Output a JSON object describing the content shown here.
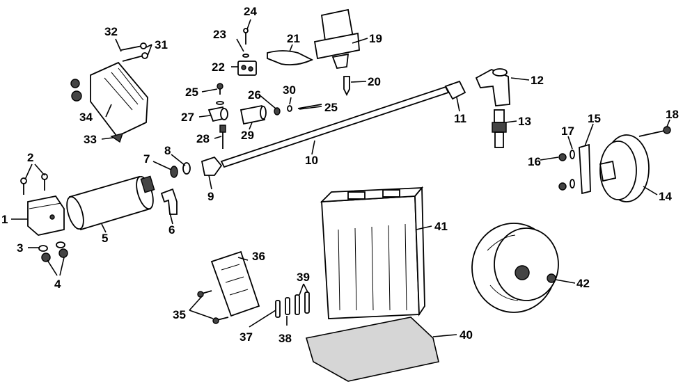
{
  "callouts": [
    {
      "id": "c1",
      "label": "1"
    },
    {
      "id": "c2",
      "label": "2"
    },
    {
      "id": "c3",
      "label": "3"
    },
    {
      "id": "c4",
      "label": "4"
    },
    {
      "id": "c5",
      "label": "5"
    },
    {
      "id": "c6",
      "label": "6"
    },
    {
      "id": "c7",
      "label": "7"
    },
    {
      "id": "c8",
      "label": "8"
    },
    {
      "id": "c9",
      "label": "9"
    },
    {
      "id": "c10",
      "label": "10"
    },
    {
      "id": "c11",
      "label": "11"
    },
    {
      "id": "c12",
      "label": "12"
    },
    {
      "id": "c13",
      "label": "13"
    },
    {
      "id": "c14",
      "label": "14"
    },
    {
      "id": "c15",
      "label": "15"
    },
    {
      "id": "c16",
      "label": "16"
    },
    {
      "id": "c17",
      "label": "17"
    },
    {
      "id": "c18",
      "label": "18"
    },
    {
      "id": "c19",
      "label": "19"
    },
    {
      "id": "c20",
      "label": "20"
    },
    {
      "id": "c21",
      "label": "21"
    },
    {
      "id": "c22",
      "label": "22"
    },
    {
      "id": "c23",
      "label": "23"
    },
    {
      "id": "c24",
      "label": "24"
    },
    {
      "id": "c25a",
      "label": "25"
    },
    {
      "id": "c25b",
      "label": "25"
    },
    {
      "id": "c26",
      "label": "26"
    },
    {
      "id": "c27",
      "label": "27"
    },
    {
      "id": "c28",
      "label": "28"
    },
    {
      "id": "c29",
      "label": "29"
    },
    {
      "id": "c30",
      "label": "30"
    },
    {
      "id": "c31",
      "label": "31"
    },
    {
      "id": "c32",
      "label": "32"
    },
    {
      "id": "c33",
      "label": "33"
    },
    {
      "id": "c34",
      "label": "34"
    },
    {
      "id": "c35",
      "label": "35"
    },
    {
      "id": "c36",
      "label": "36"
    },
    {
      "id": "c37",
      "label": "37"
    },
    {
      "id": "c38",
      "label": "38"
    },
    {
      "id": "c39",
      "label": "39"
    },
    {
      "id": "c40",
      "label": "40"
    },
    {
      "id": "c41",
      "label": "41"
    },
    {
      "id": "c42",
      "label": "42"
    }
  ]
}
